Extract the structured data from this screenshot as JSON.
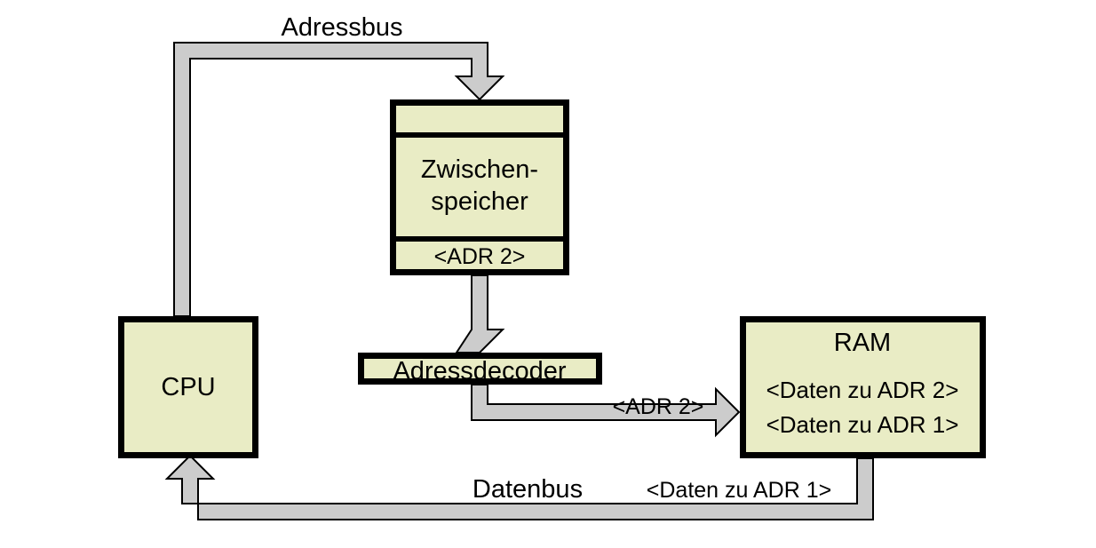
{
  "diagram": {
    "title": "Speicherzugriff ueber Adressbus und Datenbus",
    "colors": {
      "box_fill": "#E9ECC5",
      "box_border": "#000000",
      "bus_fill": "#CCCCCC",
      "bus_border": "#000000",
      "background": "#FFFFFF",
      "text": "#000000"
    },
    "nodes": {
      "cpu": {
        "label": "CPU"
      },
      "zwischenspeicher": {
        "row_top": "",
        "label_line1": "Zwischen-",
        "label_line2": "speicher",
        "row_bottom": "<ADR 2>"
      },
      "adressdecoder": {
        "label": "Adressdecoder"
      },
      "ram": {
        "title": "RAM",
        "line1": "<Daten zu ADR 2>",
        "line2": "<Daten zu ADR 1>"
      }
    },
    "bus_labels": {
      "adressbus": "Adressbus",
      "datenbus": "Datenbus",
      "adr2_to_ram": "<ADR 2>",
      "daten_zu_adr1": "<Daten zu ADR 1>"
    }
  }
}
